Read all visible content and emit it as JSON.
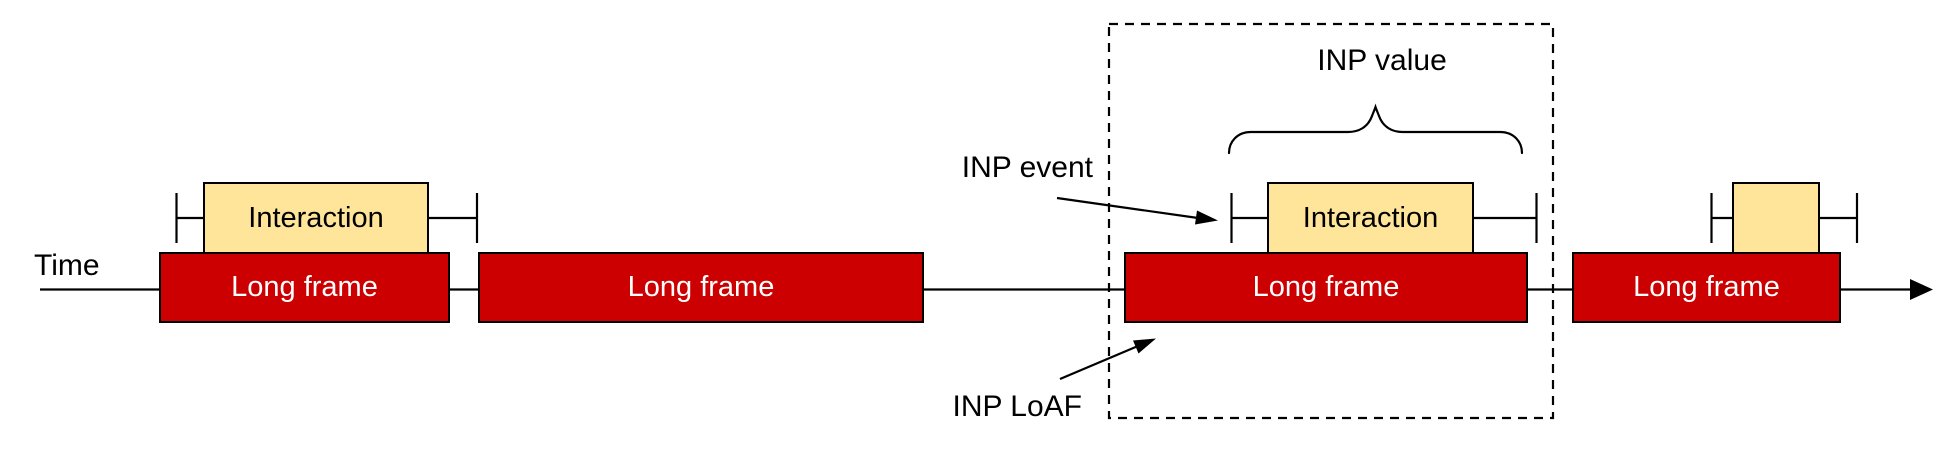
{
  "diagram": {
    "time_axis_label": "Time",
    "long_frames": [
      {
        "label": "Long frame"
      },
      {
        "label": "Long frame"
      },
      {
        "label": "Long frame"
      },
      {
        "label": "Long frame"
      }
    ],
    "interactions": [
      {
        "label": "Interaction"
      },
      {
        "label": "Interaction"
      },
      {
        "label": ""
      }
    ],
    "annotations": {
      "inp_event": "INP event",
      "inp_value": "INP value",
      "inp_loaf": "INP LoAF"
    },
    "colors": {
      "long_frame_fill": "#cc0000",
      "interaction_fill": "#ffe599",
      "outline": "#000000",
      "background": "#ffffff"
    }
  }
}
